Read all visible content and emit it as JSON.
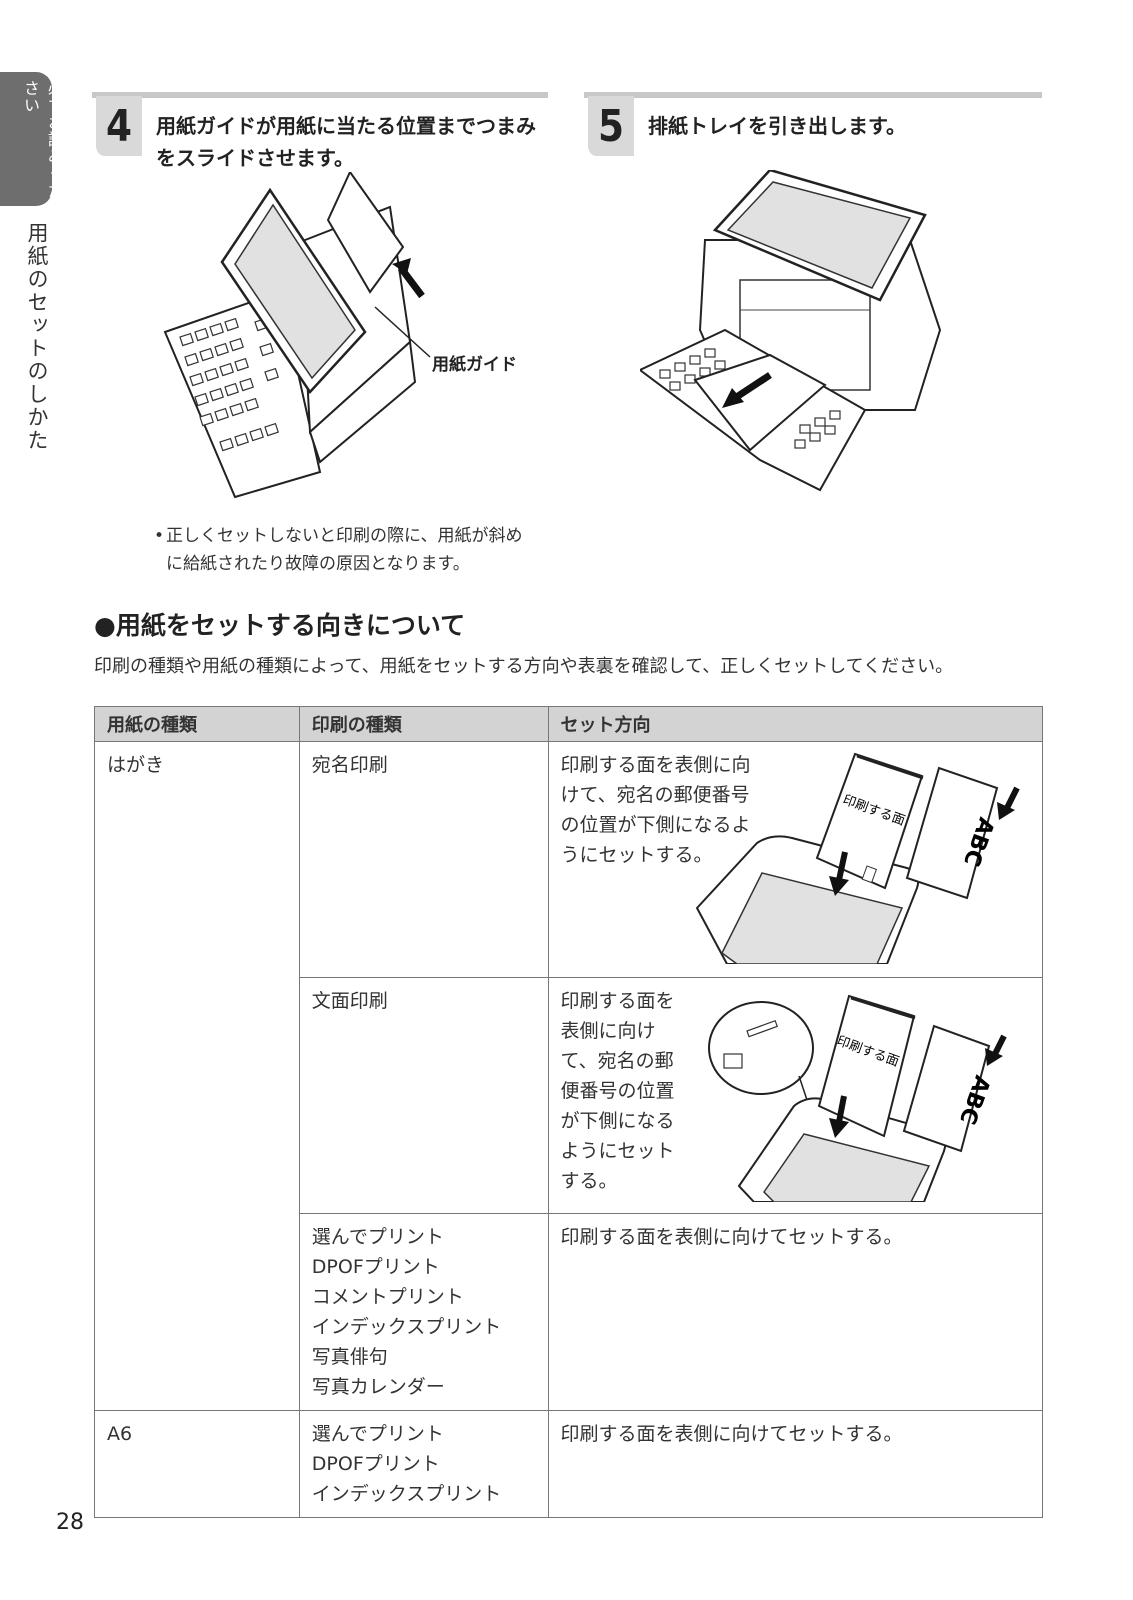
{
  "side": {
    "tab_label": "必ずお読みください",
    "chapter": "用紙のセットのしかた"
  },
  "steps": [
    {
      "number": "4",
      "line1": "用紙ガイドが用紙に当たる位置までつまみ",
      "line2": "をスライドさせます。"
    },
    {
      "number": "5",
      "line1": "排紙トレイを引き出します。"
    }
  ],
  "figure_labels": {
    "paper_guide": "用紙ガイド",
    "print_side": "印刷する面",
    "abc": "ABC"
  },
  "note": {
    "line1": "正しくセットしないと印刷の際に、用紙が斜め",
    "line2": "に給紙されたり故障の原因となります。"
  },
  "section": {
    "title": "●用紙をセットする向きについて",
    "intro": "印刷の種類や用紙の種類によって、用紙をセットする方向や表裏を確認して、正しくセットしてください。"
  },
  "table": {
    "headers": [
      "用紙の種類",
      "印刷の種類",
      "セット方向"
    ],
    "hagaki": "はがき",
    "a6": "A6",
    "row1": {
      "print_type": "宛名印刷",
      "lines": [
        "印刷する面を表側に向",
        "けて、宛名の郵便番号",
        "の位置が下側になるよ",
        "うにセットする。"
      ]
    },
    "row2": {
      "print_type": "文面印刷",
      "lines": [
        "印刷する面を",
        "表側に向け",
        "て、宛名の郵",
        "便番号の位置",
        "が下側になる",
        "ようにセット",
        "する。"
      ]
    },
    "row3": {
      "print_types": [
        "選んでプリント",
        "DPOFプリント",
        "コメントプリント",
        "インデックスプリント",
        "写真俳句",
        "写真カレンダー"
      ],
      "direction": "印刷する面を表側に向けてセットする。"
    },
    "row4": {
      "print_types": [
        "選んでプリント",
        "DPOFプリント",
        "インデックスプリント"
      ],
      "direction": "印刷する面を表側に向けてセットする。"
    }
  },
  "page_number": "28"
}
